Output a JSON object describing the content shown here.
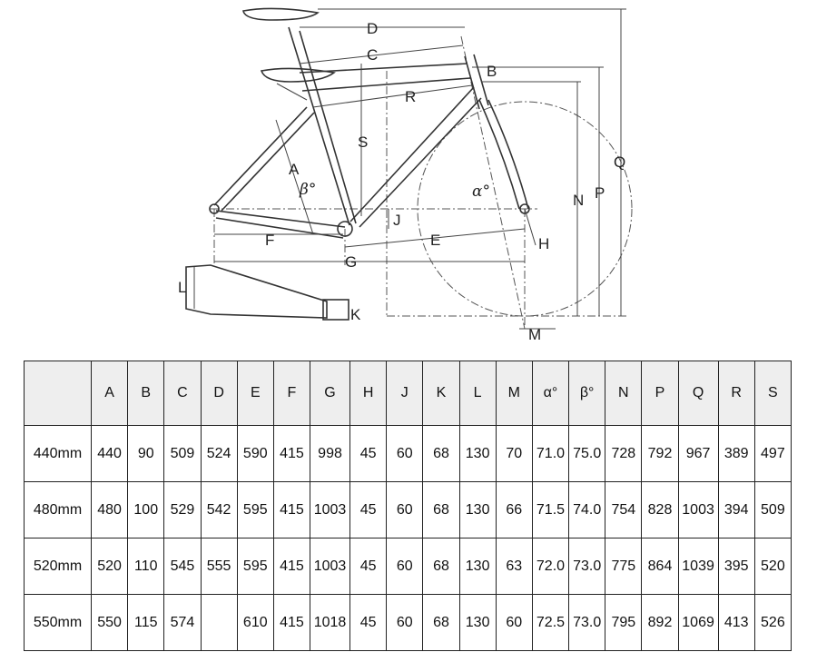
{
  "diagram": {
    "dimension_labels": [
      "A",
      "B",
      "C",
      "D",
      "E",
      "F",
      "G",
      "H",
      "J",
      "K",
      "L",
      "M",
      "N",
      "P",
      "Q",
      "R",
      "S"
    ],
    "angle_labels": {
      "alpha": "α°",
      "beta": "β°"
    }
  },
  "table": {
    "columns": [
      "A",
      "B",
      "C",
      "D",
      "E",
      "F",
      "G",
      "H",
      "J",
      "K",
      "L",
      "M",
      "α°",
      "β°",
      "N",
      "P",
      "Q",
      "R",
      "S"
    ],
    "rows": [
      {
        "size": "440mm",
        "values": [
          "440",
          "90",
          "509",
          "524",
          "590",
          "415",
          "998",
          "45",
          "60",
          "68",
          "130",
          "70",
          "71.0",
          "75.0",
          "728",
          "792",
          "967",
          "389",
          "497"
        ]
      },
      {
        "size": "480mm",
        "values": [
          "480",
          "100",
          "529",
          "542",
          "595",
          "415",
          "1003",
          "45",
          "60",
          "68",
          "130",
          "66",
          "71.5",
          "74.0",
          "754",
          "828",
          "1003",
          "394",
          "509"
        ]
      },
      {
        "size": "520mm",
        "values": [
          "520",
          "110",
          "545",
          "555",
          "595",
          "415",
          "1003",
          "45",
          "60",
          "68",
          "130",
          "63",
          "72.0",
          "73.0",
          "775",
          "864",
          "1039",
          "395",
          "520"
        ]
      },
      {
        "size": "550mm",
        "values": [
          "550",
          "115",
          "574",
          "",
          "610",
          "415",
          "1018",
          "45",
          "60",
          "68",
          "130",
          "60",
          "72.5",
          "73.0",
          "795",
          "892",
          "1069",
          "413",
          "526"
        ]
      }
    ]
  }
}
